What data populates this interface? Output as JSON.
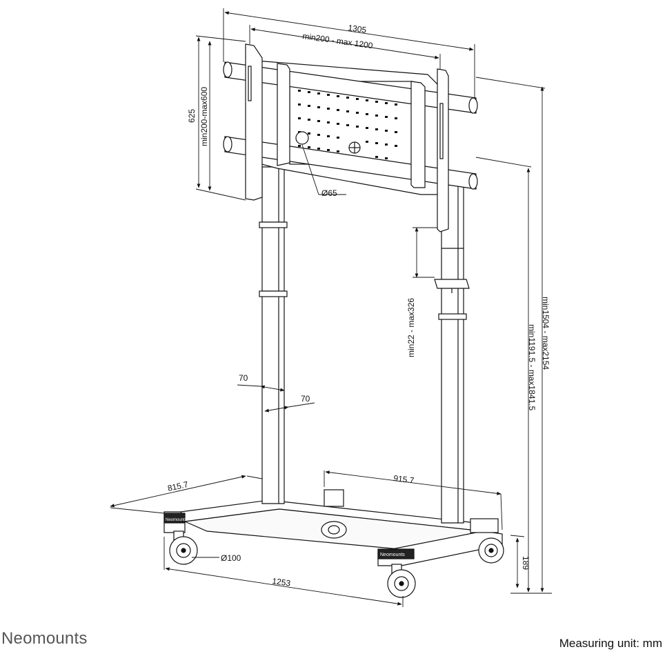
{
  "brand": "Neomounts",
  "unit_note": "Measuring unit: mm",
  "cart_label": "Neomounts",
  "dimensions": {
    "total_width": "1305",
    "vesa_width": "min200 - max 1200",
    "plate_height": "625",
    "vesa_height": "min200-max600",
    "hole_diameter": "Ø65",
    "shelf_adjust": "min22 - max326",
    "total_height": "min1504 - max2154",
    "mount_height": "min1191.5 - max1841.5",
    "column_width": "70",
    "column_depth": "70",
    "base_depth_left": "815.7",
    "base_depth_right": "915.7",
    "caster_diameter": "Ø100",
    "base_width": "1253",
    "base_height": "189"
  }
}
